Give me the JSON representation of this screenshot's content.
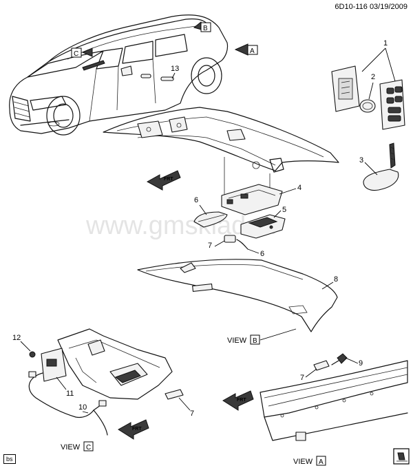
{
  "header": {
    "doc_ref": "6D10-116 03/19/2009"
  },
  "footer": {
    "corner_code": "bs"
  },
  "watermark": "www.gmsklad.ru",
  "views": {
    "A": {
      "word": "VIEW",
      "letter": "A"
    },
    "B": {
      "word": "VIEW",
      "letter": "B"
    },
    "C": {
      "word": "VIEW",
      "letter": "C"
    }
  },
  "car_markers": {
    "a": "A",
    "b": "B",
    "c": "C"
  },
  "front_arrow_text": "FRT",
  "callouts": {
    "c1": "1",
    "c2": "2",
    "c3": "3",
    "c4": "4",
    "c5": "5",
    "c6a": "6",
    "c6b": "6",
    "c7a": "7",
    "c7b": "7",
    "c7c": "7",
    "c8": "8",
    "c9": "9",
    "c10": "10",
    "c11": "11",
    "c12": "12",
    "c13": "13"
  }
}
